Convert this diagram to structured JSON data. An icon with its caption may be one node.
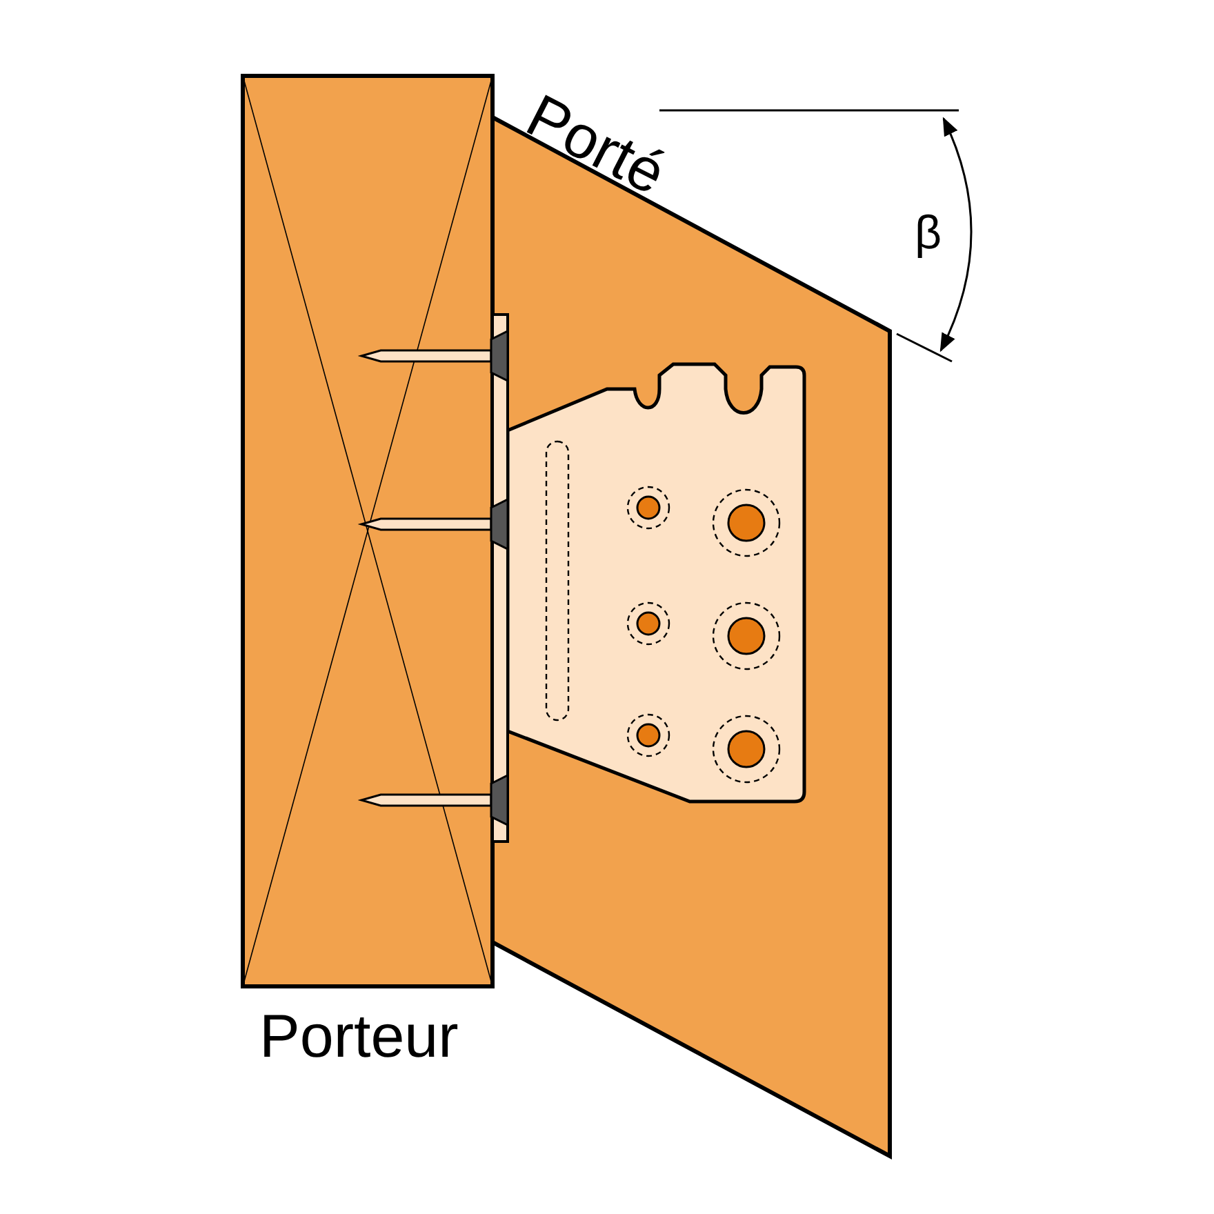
{
  "diagram": {
    "labels": [
      "Porté",
      "β",
      "Porteur"
    ]
  }
}
